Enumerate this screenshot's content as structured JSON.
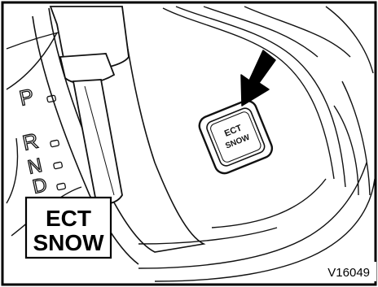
{
  "gate_labels": [
    "P",
    "R",
    "N",
    "D"
  ],
  "switch": {
    "label_line1": "ECT",
    "label_line2": "SNOW"
  },
  "legend": {
    "line1": "ECT",
    "line2": "SNOW"
  },
  "figure_code": "V16049"
}
